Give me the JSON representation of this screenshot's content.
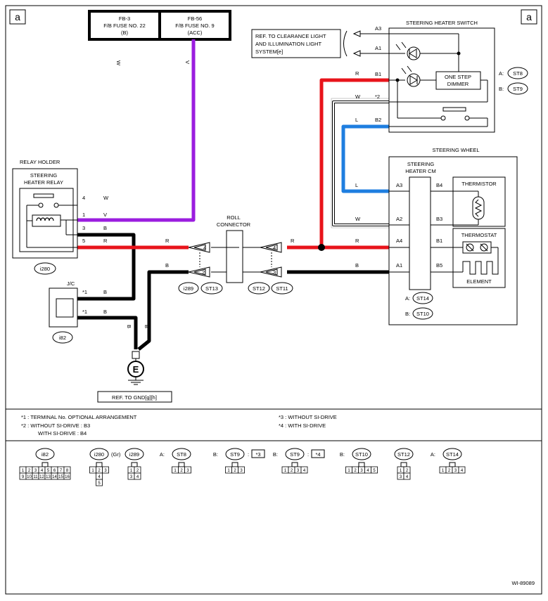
{
  "page_marker": "a",
  "fuses": {
    "fb3": {
      "line1": "FB-3",
      "line2": "F/B FUSE NO. 22",
      "line3": "(B)"
    },
    "fb56": {
      "line1": "FB-56",
      "line2": "F/B FUSE NO. 9",
      "line3": "(ACC)"
    }
  },
  "ref_clearance": {
    "line1": "REF. TO CLEARANCE LIGHT",
    "line2": "AND ILLUMINATION LIGHT",
    "line3": "SYSTEM[e]"
  },
  "switch": {
    "title": "STEERING HEATER SWITCH",
    "dimmer_line1": "ONE STEP",
    "dimmer_line2": "DIMMER",
    "conn_a": "A:",
    "conn_a_id": "ST8",
    "conn_b": "B:",
    "conn_b_id": "ST9"
  },
  "relay": {
    "holder": "RELAY HOLDER",
    "line1": "STEERING",
    "line2": "HEATER RELAY",
    "connector": "i280"
  },
  "jc": {
    "label": "J/C",
    "connector": "i82"
  },
  "ground": {
    "symbol": "E",
    "ref": "REF. TO GND[g][h]"
  },
  "roll": {
    "line1": "ROLL",
    "line2": "CONNECTOR",
    "left1": "i289",
    "left2": "ST13",
    "right1": "ST12",
    "right2": "ST11"
  },
  "wheel": {
    "title": "STEERING WHEEL",
    "cm_line1": "STEERING",
    "cm_line2": "HEATER CM",
    "thermistor": "THERMISTOR",
    "thermostat": "THERMOSTAT",
    "element": "ELEMENT",
    "conn_a": "A:",
    "conn_a_id": "ST14",
    "conn_b": "B:",
    "conn_b_id": "ST10"
  },
  "wire_labels": {
    "w": "W",
    "v": "V",
    "b": "B",
    "r": "R",
    "l": "L"
  },
  "pins": {
    "relay": [
      "4",
      "1",
      "3",
      "5"
    ],
    "switch": [
      "A3",
      "A1",
      "B1",
      "*2",
      "B2"
    ],
    "cm_left": [
      "A3",
      "A2",
      "A4",
      "A1"
    ],
    "cm_right": [
      "B4",
      "B3",
      "B1",
      "B5"
    ],
    "roll": [
      "4",
      "2",
      "4",
      "3"
    ],
    "jc": [
      "*1",
      "*1"
    ]
  },
  "notes": {
    "n1": "*1  : TERMINAL No. OPTIONAL ARRANGEMENT",
    "n2a": "*2  : WITHOUT SI-DRIVE  : B3",
    "n2b": "WITH SI-DRIVE   : B4",
    "n3": "*3  : WITHOUT SI-DRIVE",
    "n4": "*4  : WITH SI-DRIVE"
  },
  "connectors": [
    {
      "prefix": "",
      "id": "i82",
      "suffix": "",
      "rows": [
        [
          "1",
          "2",
          "3",
          "4",
          "5",
          "6",
          "7",
          "8"
        ],
        [
          "9",
          "10",
          "11",
          "12",
          "13",
          "14",
          "15",
          "16"
        ]
      ]
    },
    {
      "prefix": "",
      "id": "i280",
      "suffix": "(Gr)",
      "rows": [
        [
          "1",
          "2",
          "3"
        ],
        [
          "4"
        ],
        [
          "5"
        ]
      ]
    },
    {
      "prefix": "",
      "id": "i289",
      "suffix": "",
      "rows": [
        [
          "1",
          "2"
        ],
        [
          "3",
          "4"
        ]
      ]
    },
    {
      "prefix": "A:",
      "id": "ST8",
      "suffix": "",
      "rows": [
        [
          "1",
          "2",
          "3"
        ]
      ]
    },
    {
      "prefix": "B:",
      "id": "ST9",
      "suffix": "*3",
      "rows": [
        [
          "1",
          "2",
          "3"
        ]
      ]
    },
    {
      "prefix": "B:",
      "id": "ST9",
      "suffix": "*4",
      "rows": [
        [
          "1",
          "2",
          "3",
          "4"
        ]
      ]
    },
    {
      "prefix": "B:",
      "id": "ST10",
      "suffix": "",
      "rows": [
        [
          "1",
          "2",
          "3",
          "4",
          "5"
        ]
      ]
    },
    {
      "prefix": "",
      "id": "ST12",
      "suffix": "",
      "rows": [
        [
          "1",
          "2"
        ],
        [
          "3",
          "4"
        ]
      ]
    },
    {
      "prefix": "A:",
      "id": "ST14",
      "suffix": "",
      "rows": [
        [
          "1",
          "2",
          "3",
          "4"
        ]
      ]
    }
  ],
  "figure_id": "WI-89089",
  "colors": {
    "red": "#e8141b",
    "violet": "#9b1ddf",
    "blue": "#1e7ee0",
    "black": "#000000",
    "white_wire": "#c8c8c8"
  }
}
